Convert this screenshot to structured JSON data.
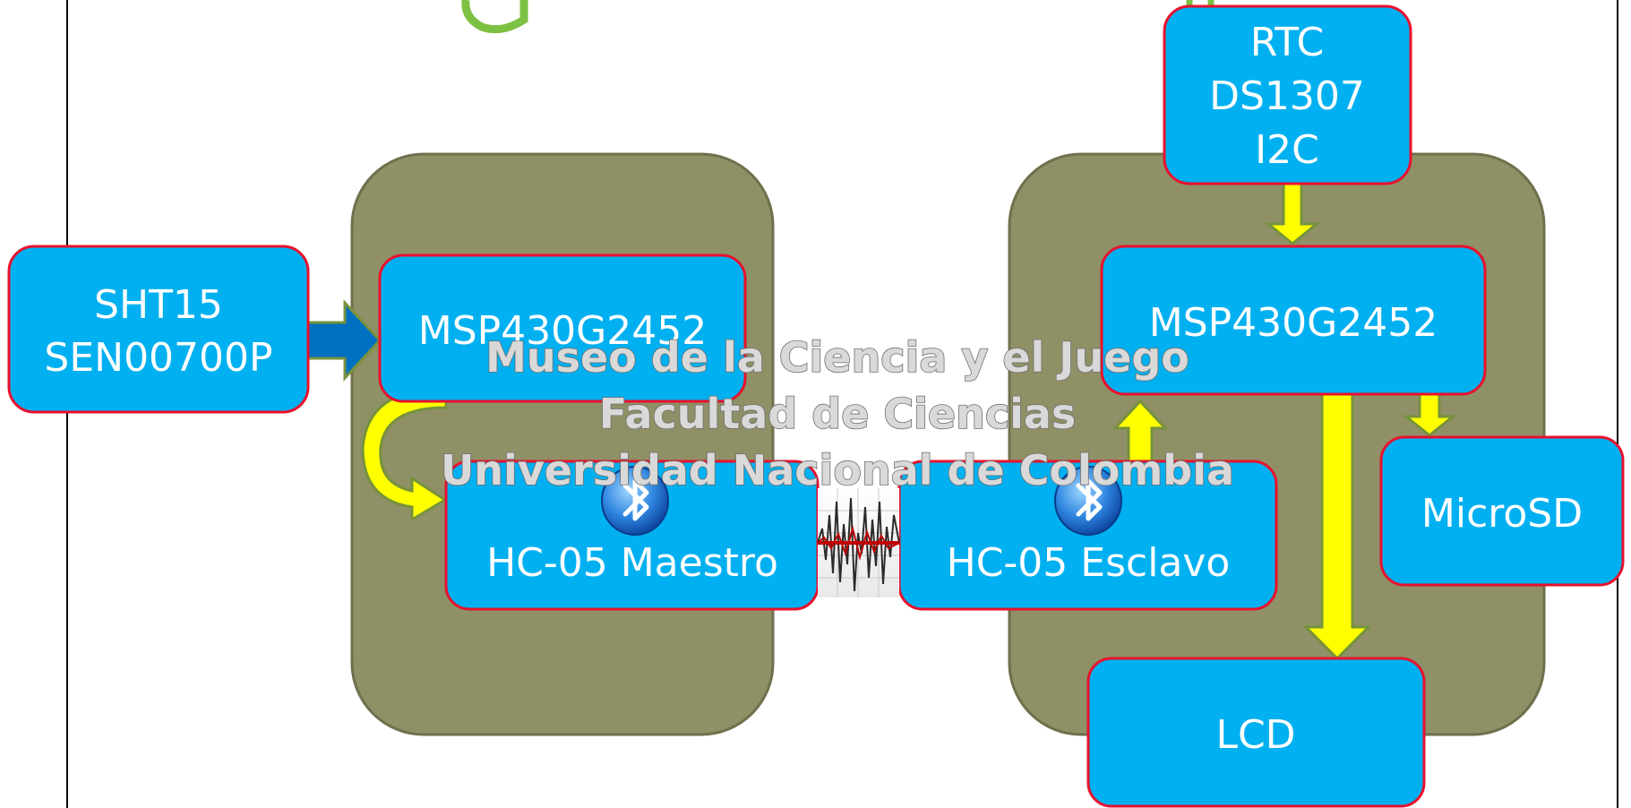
{
  "colors": {
    "block_fill": "#00b0f0",
    "block_border": "#e8112d",
    "module_panel": "#8f9066",
    "yellow_arrow": "#ffff00",
    "blue_arrow": "#0070c0",
    "title_green": "#7dc142",
    "block_text": "#ffffff"
  },
  "blocks": {
    "sensor": {
      "line1": "SHT15",
      "line2": "SEN00700P"
    },
    "mcu_left": {
      "label": "MSP430G2452"
    },
    "bt_master": {
      "label": "HC-05 Maestro",
      "icon": "bluetooth-icon"
    },
    "bt_slave": {
      "label": "HC-05 Esclavo",
      "icon": "bluetooth-icon"
    },
    "rtc": {
      "line1": "RTC",
      "line2": "DS1307",
      "line3": "I2C"
    },
    "mcu_right": {
      "label": "MSP430G2452"
    },
    "microsd": {
      "label": "MicroSD"
    },
    "lcd": {
      "label": "LCD"
    }
  },
  "signal_icon": "radio-waveform-icon",
  "watermark": {
    "line1": "Museo de la Ciencia y el Juego",
    "line2": "Facultad de Ciencias",
    "line3": "Universidad Nacional de Colombia"
  }
}
